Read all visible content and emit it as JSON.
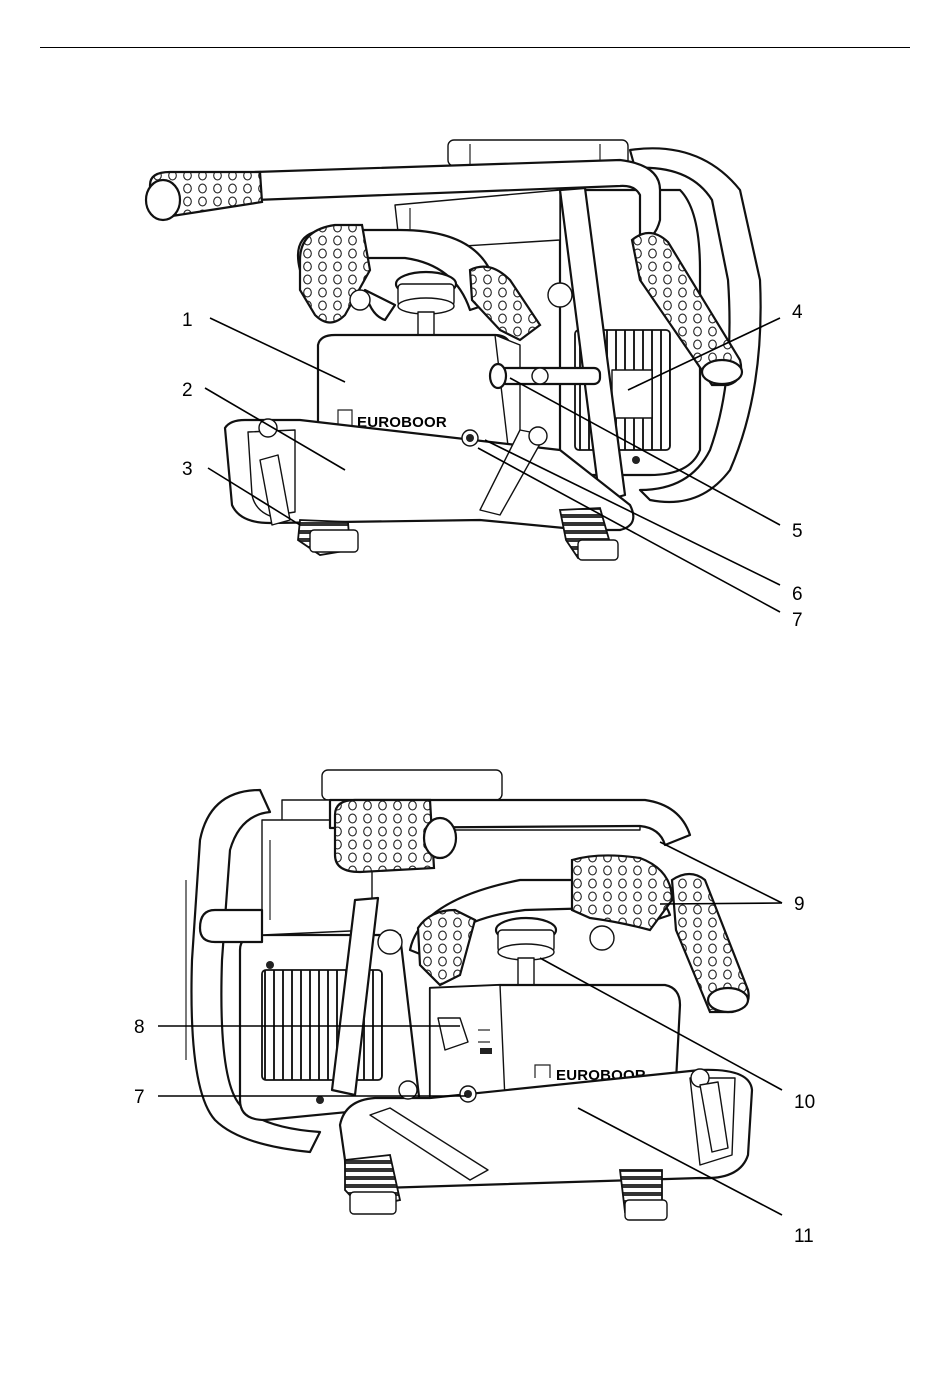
{
  "figure_top": {
    "brand_text": "EUROBOOR",
    "callouts": [
      "1",
      "2",
      "3",
      "4",
      "5",
      "6",
      "7"
    ]
  },
  "figure_bottom": {
    "brand_text": "EUROBOOR",
    "callouts": [
      "8",
      "7",
      "9",
      "10",
      "11"
    ]
  }
}
